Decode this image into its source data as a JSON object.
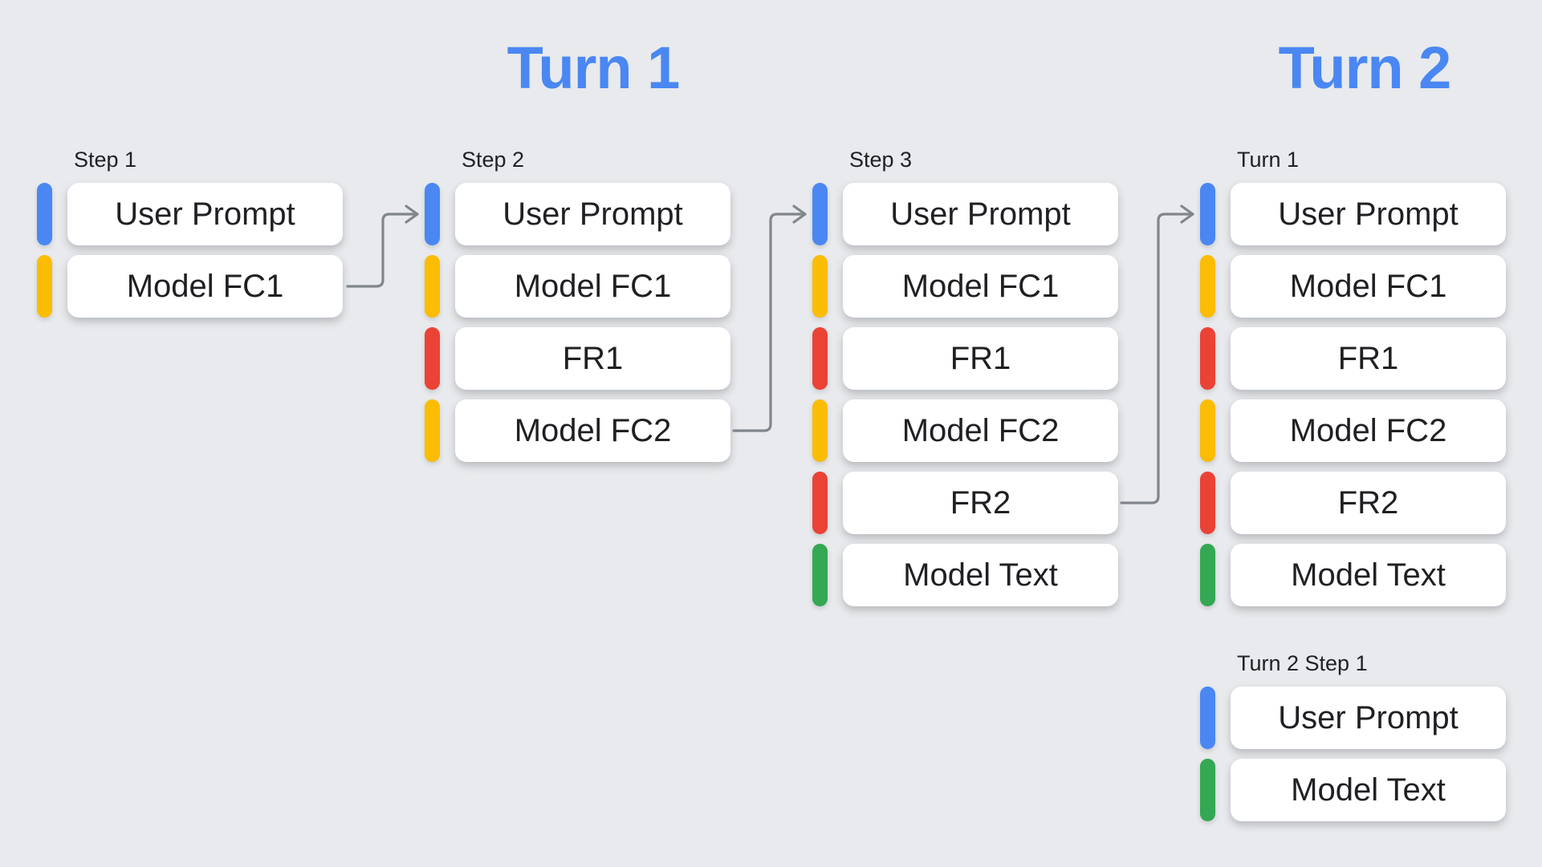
{
  "titles": {
    "turn1": "Turn 1",
    "turn2": "Turn 2"
  },
  "palette": {
    "title_blue": "#4A87F2",
    "user_prompt": "#4A87F2",
    "model_fc": "#FBBC04",
    "function_response": "#EA4335",
    "model_text": "#34A853",
    "arrow_gray": "#80868B",
    "background": "#E8EAED",
    "card": "#FFFFFF"
  },
  "columns": [
    {
      "label": "Step 1",
      "items": [
        {
          "kind": "user-prompt",
          "label": "User Prompt",
          "color": "#4A87F2"
        },
        {
          "kind": "model-fc",
          "label": "Model FC1",
          "color": "#FBBC04"
        }
      ]
    },
    {
      "label": "Step 2",
      "items": [
        {
          "kind": "user-prompt",
          "label": "User Prompt",
          "color": "#4A87F2"
        },
        {
          "kind": "model-fc",
          "label": "Model FC1",
          "color": "#FBBC04"
        },
        {
          "kind": "function-response",
          "label": "FR1",
          "color": "#EA4335"
        },
        {
          "kind": "model-fc",
          "label": "Model FC2",
          "color": "#FBBC04"
        }
      ]
    },
    {
      "label": "Step 3",
      "items": [
        {
          "kind": "user-prompt",
          "label": "User Prompt",
          "color": "#4A87F2"
        },
        {
          "kind": "model-fc",
          "label": "Model FC1",
          "color": "#FBBC04"
        },
        {
          "kind": "function-response",
          "label": "FR1",
          "color": "#EA4335"
        },
        {
          "kind": "model-fc",
          "label": "Model FC2",
          "color": "#FBBC04"
        },
        {
          "kind": "function-response",
          "label": "FR2",
          "color": "#EA4335"
        },
        {
          "kind": "model-text",
          "label": "Model Text",
          "color": "#34A853"
        }
      ]
    },
    {
      "label": "Turn 1",
      "items": [
        {
          "kind": "user-prompt",
          "label": "User Prompt",
          "color": "#4A87F2"
        },
        {
          "kind": "model-fc",
          "label": "Model FC1",
          "color": "#FBBC04"
        },
        {
          "kind": "function-response",
          "label": "FR1",
          "color": "#EA4335"
        },
        {
          "kind": "model-fc",
          "label": "Model FC2",
          "color": "#FBBC04"
        },
        {
          "kind": "function-response",
          "label": "FR2",
          "color": "#EA4335"
        },
        {
          "kind": "model-text",
          "label": "Model Text",
          "color": "#34A853"
        }
      ]
    },
    {
      "label": "Turn 2 Step 1",
      "items": [
        {
          "kind": "user-prompt",
          "label": "User Prompt",
          "color": "#4A87F2"
        },
        {
          "kind": "model-text",
          "label": "Model Text",
          "color": "#34A853"
        }
      ]
    }
  ]
}
